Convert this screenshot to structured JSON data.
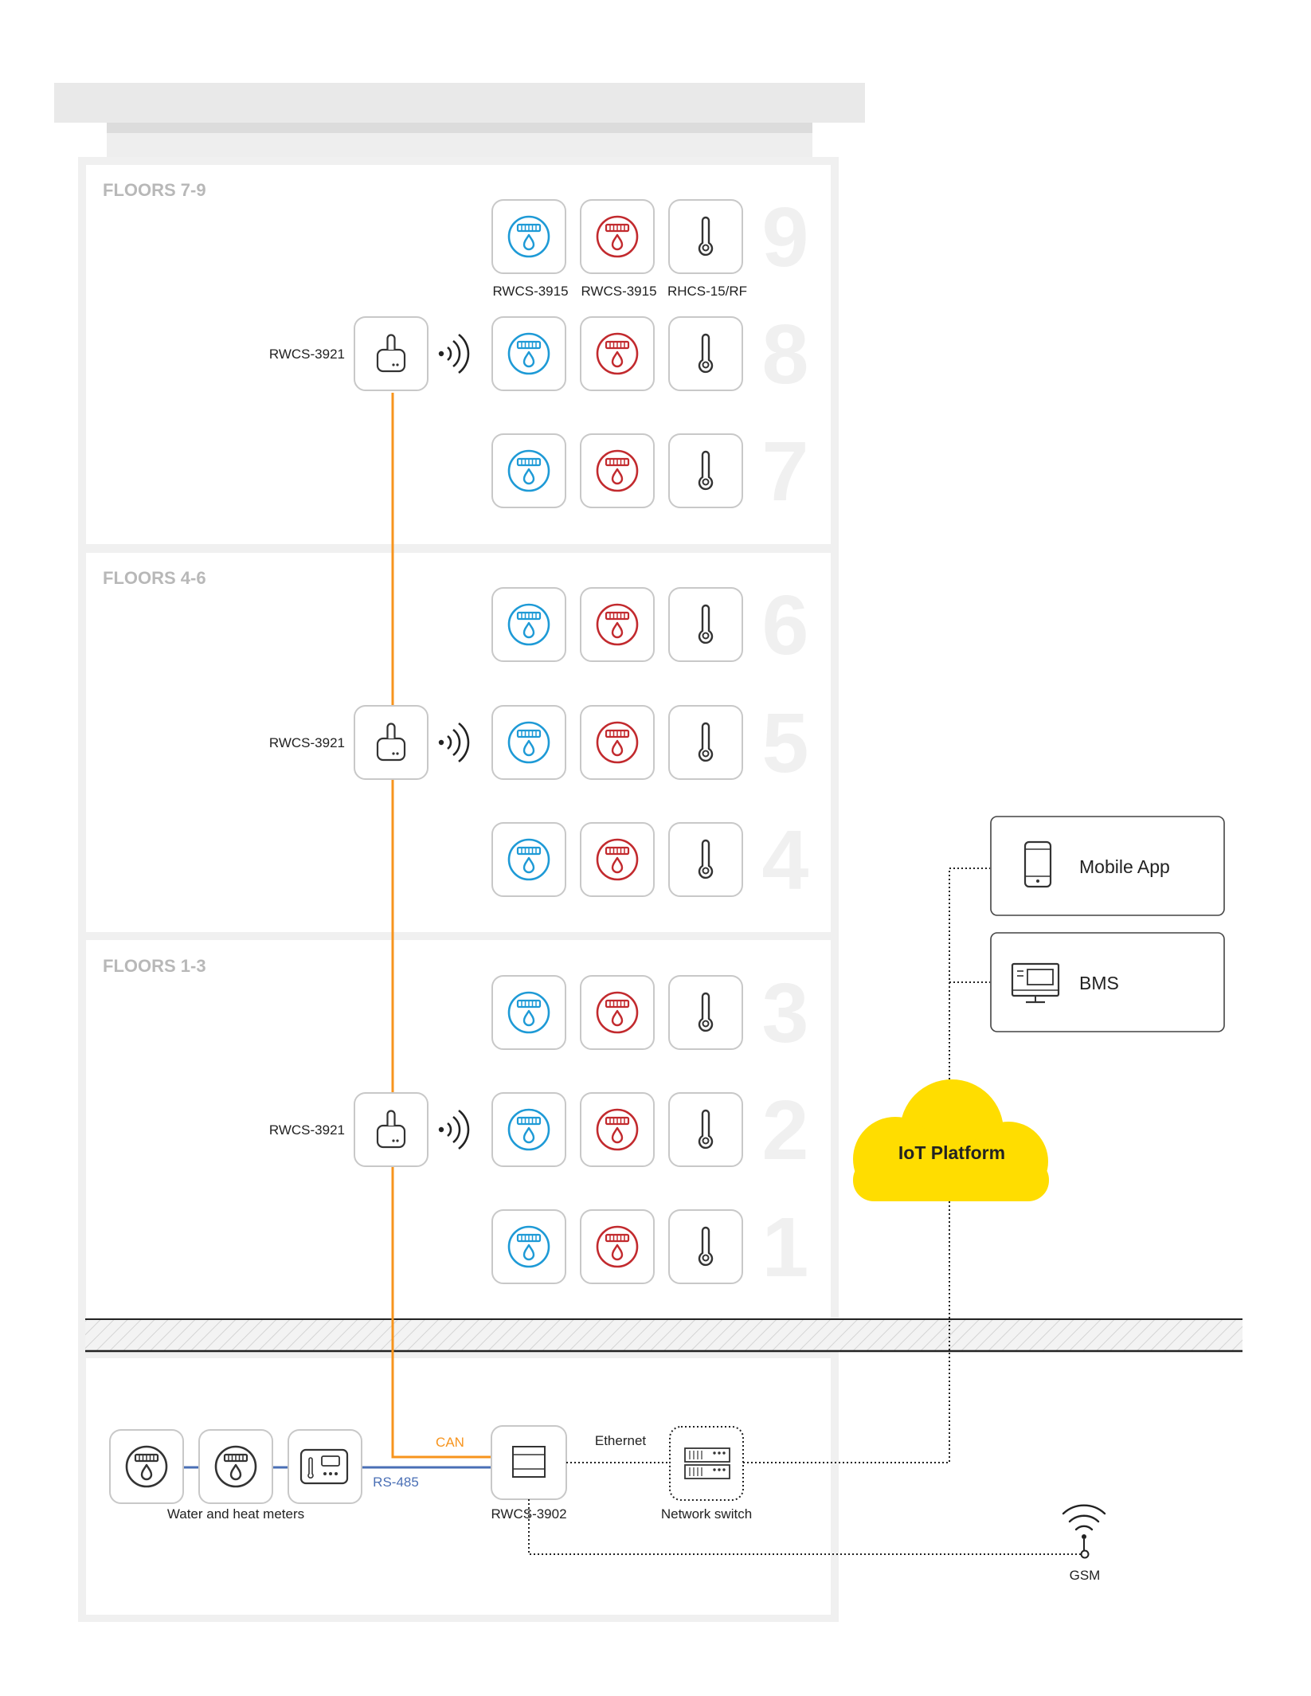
{
  "building": {
    "zones": [
      {
        "label": "FLOORS 7-9",
        "floors": [
          9,
          8,
          7
        ]
      },
      {
        "label": "FLOORS 4-6",
        "floors": [
          6,
          5,
          4
        ]
      },
      {
        "label": "FLOORS 1-3",
        "floors": [
          3,
          2,
          1
        ]
      }
    ],
    "floor_numbers": [
      "9",
      "8",
      "7",
      "6",
      "5",
      "4",
      "3",
      "2",
      "1"
    ]
  },
  "devices": {
    "cold_water_meter": "RWCS-3915",
    "hot_water_meter": "RWCS-3915",
    "heat_sensor": "RHCS-15/RF",
    "gateway": "RWCS-3921",
    "controller": "RWCS-3902",
    "network_switch": "Network switch",
    "meters_group": "Water and heat meters",
    "gsm": "GSM"
  },
  "links": {
    "can": "CAN",
    "rs485": "RS-485",
    "ethernet": "Ethernet"
  },
  "cloud": {
    "label": "IoT Platform"
  },
  "outputs": {
    "mobile_app": "Mobile App",
    "bms": "BMS"
  },
  "colors": {
    "frame": "#f0f0f0",
    "cold_water": "#1e9ad6",
    "hot_water": "#c22a2e",
    "can_line": "#f7941d",
    "rs485_line": "#4a6fb5",
    "cloud": "#ffdd00",
    "tile_border": "#c8c8c8"
  },
  "icons": [
    "water-drop-icon",
    "thermometer-icon",
    "antenna-icon",
    "wireless-waves-icon",
    "din-module-icon",
    "switch-icon",
    "phone-icon",
    "monitor-icon",
    "wifi-icon"
  ]
}
